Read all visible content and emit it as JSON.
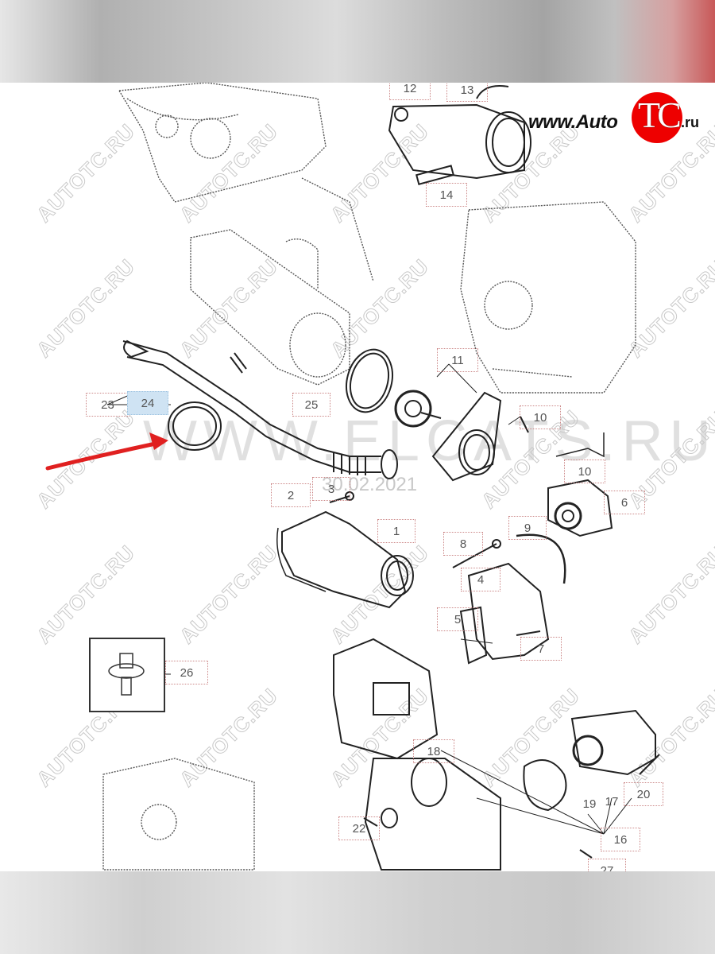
{
  "header_bar": {
    "color_left": "#e6e6e6",
    "color_right": "#c85858"
  },
  "footer_bar": {
    "color": "#d8d8d8"
  },
  "logo": {
    "prefix": "www.Auto",
    "mark": "TC",
    "suffix": ".ru",
    "mark_color": "#e00000"
  },
  "watermark": {
    "text": "AUTOTC.RU",
    "overlay_text": "WWW.ELCATS.RU",
    "date_text": "30.02.2021"
  },
  "annotation": {
    "arrow_color": "#e02020",
    "target_part": "24"
  },
  "callouts": [
    {
      "id": "1",
      "label": "1"
    },
    {
      "id": "2",
      "label": "2"
    },
    {
      "id": "3",
      "label": "3"
    },
    {
      "id": "4",
      "label": "4"
    },
    {
      "id": "5",
      "label": "5"
    },
    {
      "id": "6",
      "label": "6"
    },
    {
      "id": "7",
      "label": "7"
    },
    {
      "id": "8",
      "label": "8"
    },
    {
      "id": "9",
      "label": "9"
    },
    {
      "id": "10a",
      "label": "10"
    },
    {
      "id": "10b",
      "label": "10"
    },
    {
      "id": "11",
      "label": "11"
    },
    {
      "id": "12",
      "label": "12"
    },
    {
      "id": "13",
      "label": "13"
    },
    {
      "id": "14",
      "label": "14"
    },
    {
      "id": "16",
      "label": "16"
    },
    {
      "id": "17",
      "label": "17"
    },
    {
      "id": "18",
      "label": "18"
    },
    {
      "id": "19",
      "label": "19"
    },
    {
      "id": "20",
      "label": "20"
    },
    {
      "id": "22",
      "label": "22"
    },
    {
      "id": "23",
      "label": "23"
    },
    {
      "id": "24",
      "label": "24",
      "highlighted": true
    },
    {
      "id": "25",
      "label": "25"
    },
    {
      "id": "26",
      "label": "26"
    },
    {
      "id": "27",
      "label": "27"
    }
  ]
}
